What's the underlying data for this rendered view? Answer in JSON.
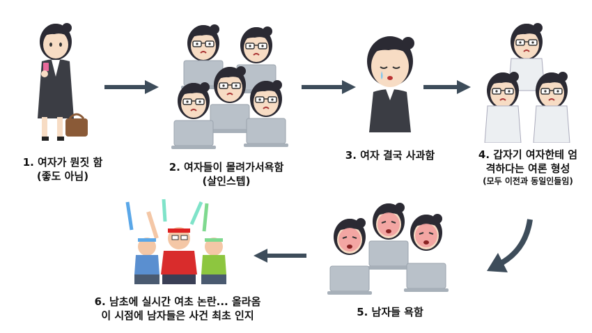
{
  "steps": [
    {
      "line1": "1. 여자가 뭔짓 함",
      "line2": "(좋도 아님)"
    },
    {
      "line1": "2. 여자들이 몰려가서욕함",
      "line2": "(살인스텝)"
    },
    {
      "line1": "3. 여자 결국 사과함"
    },
    {
      "line1": "4. 갑자기 여자한테 엄",
      "line2": "격하다는 여론 형성",
      "line3": "(모두 이전과 동일인들임)"
    },
    {
      "line1": "5. 남자들 욕함"
    },
    {
      "line1": "6. 남초에 실시간 여초 논란... 올라옴",
      "line2": "이 시점에 남자들은 사건 최초 인지"
    }
  ],
  "colors": {
    "arrow": "#3d4c5a",
    "skin": "#f7dcc4",
    "hair": "#2b2a33",
    "laptop": "#b9c1c9",
    "angry": "#f2a0a0"
  }
}
